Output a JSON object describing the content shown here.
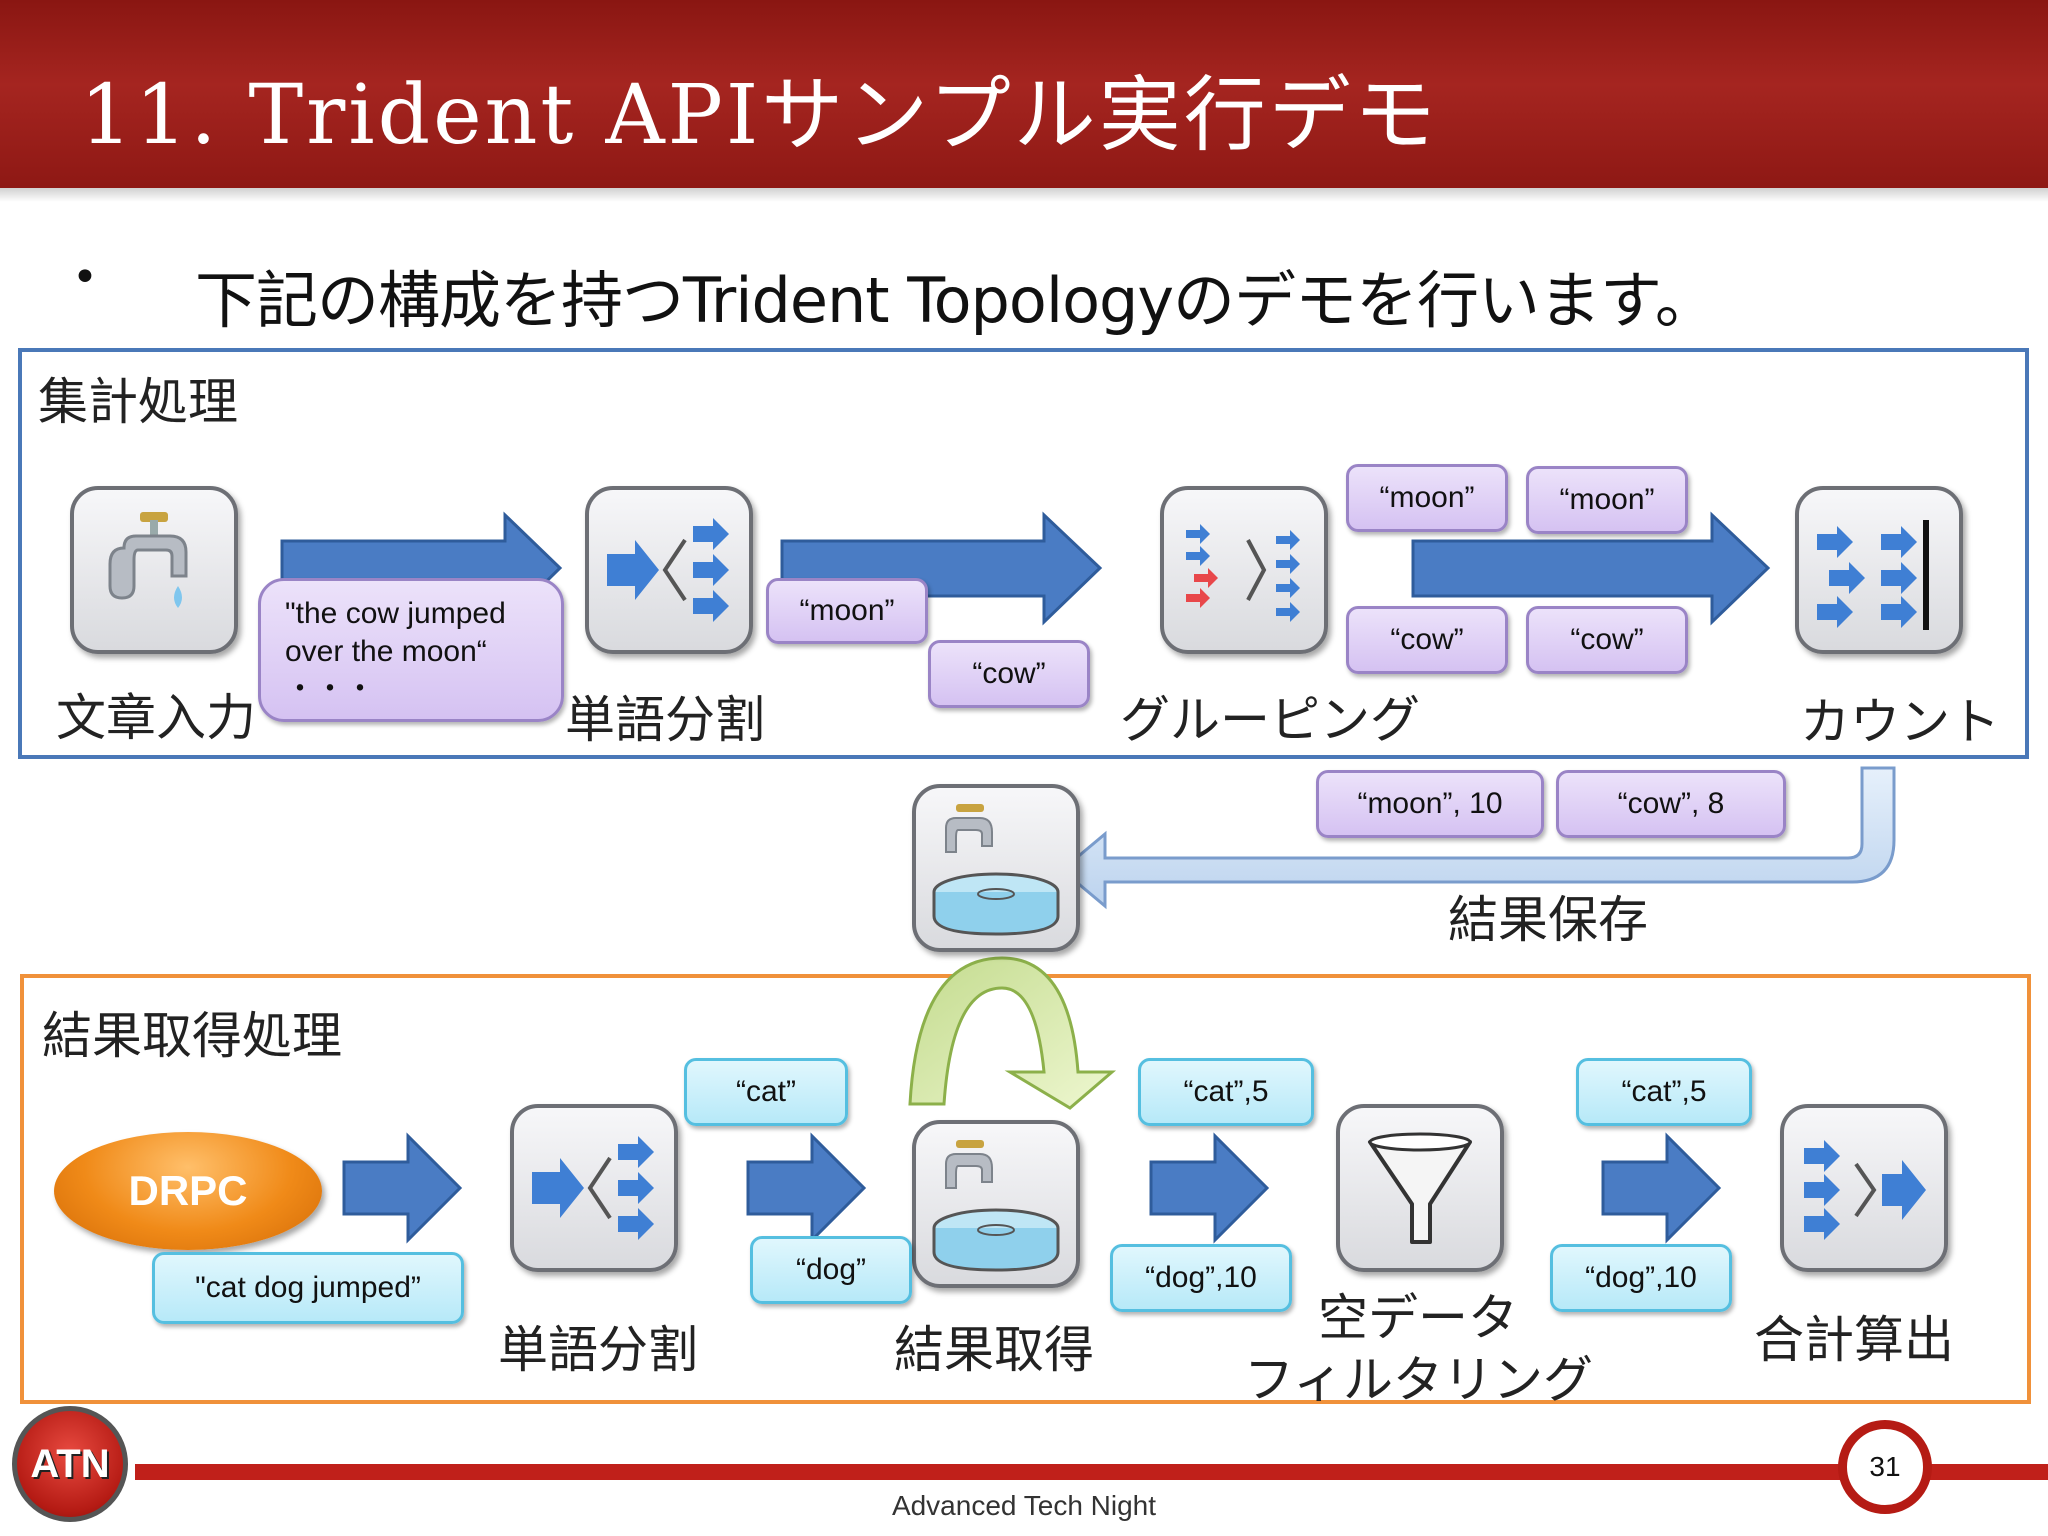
{
  "slide": {
    "title": "11.  Trident APIサンプル実行デモ",
    "bullet_marker": "•",
    "lead": "下記の構成を持つTrident Topologyのデモを行います。",
    "page_number": "31",
    "footer_text": "Advanced Tech Night",
    "logo_text": "ATN"
  },
  "aggregation": {
    "section_label": "集計処理",
    "nodes": {
      "input": "文章入力",
      "split": "単語分割",
      "group": "グルーピング",
      "count": "カウント"
    },
    "sentence": [
      "\"the cow jumped",
      "over the moon“",
      "・・・"
    ],
    "split_tags": [
      "“moon”",
      "“cow”"
    ],
    "group_tags_top": [
      "“moon”",
      "“moon”"
    ],
    "group_tags_bottom": [
      "“cow”",
      "“cow”"
    ],
    "result_tags": [
      "“moon”, 10",
      "“cow”, 8"
    ],
    "store_label": "結果保存"
  },
  "retrieval": {
    "section_label": "結果取得処理",
    "drpc_label": "DRPC",
    "query": "\"cat dog jumped”",
    "nodes": {
      "split": "単語分割",
      "fetch": "結果取得",
      "filter_line1": "空データ",
      "filter_line2": "フィルタリング",
      "sum": "合計算出"
    },
    "split_tags": [
      "“cat”",
      "“dog”"
    ],
    "fetch_tags": [
      "“cat”,5",
      "“dog”,10"
    ],
    "filter_tags": [
      "“cat”,5",
      "“dog”,10"
    ]
  },
  "colors": {
    "header_red": "#a52520",
    "aggregation_border": "#4a78b8",
    "retrieval_border": "#f0913a",
    "arrow_blue": "#4a7cc4",
    "tag_purple": "#d5c2f2",
    "tag_cyan": "#b7e9f8"
  }
}
